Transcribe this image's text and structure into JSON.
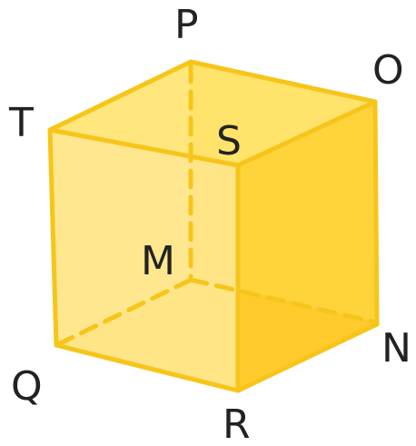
{
  "figure": {
    "shape": "cube",
    "colors": {
      "top_face": "#FFE36A",
      "front_face": "#FFE586",
      "right_face": "#FFD43A",
      "bottom_shadow": "#FFC92A",
      "edge": "#F7C51A",
      "label": "#222222"
    },
    "vertices": [
      {
        "id": "P",
        "label": "P"
      },
      {
        "id": "O",
        "label": "O"
      },
      {
        "id": "T",
        "label": "T"
      },
      {
        "id": "S",
        "label": "S"
      },
      {
        "id": "M",
        "label": "M"
      },
      {
        "id": "N",
        "label": "N"
      },
      {
        "id": "Q",
        "label": "Q"
      },
      {
        "id": "R",
        "label": "R"
      }
    ],
    "hidden_edges": [
      "PM",
      "MQ",
      "MN"
    ]
  }
}
